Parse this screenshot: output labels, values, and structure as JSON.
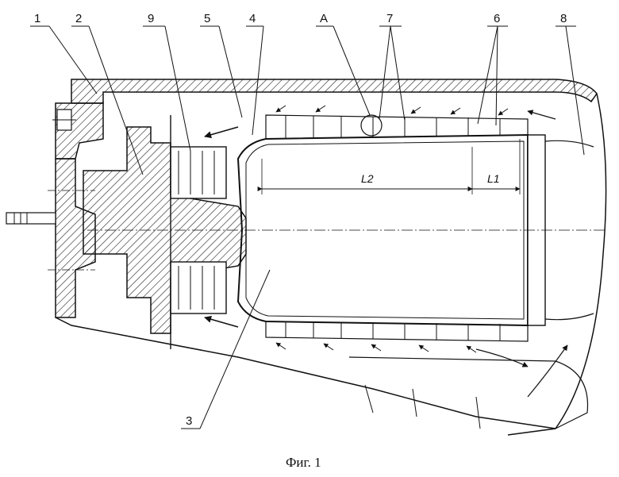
{
  "labels": {
    "l1": "1",
    "l2": "2",
    "l9": "9",
    "l5": "5",
    "l4": "4",
    "lA": "A",
    "l7": "7",
    "l6": "6",
    "l8": "8",
    "l3": "3"
  },
  "dimensions": {
    "d_l2": "L2",
    "d_l1": "L1"
  },
  "caption": "Фиг. 1"
}
